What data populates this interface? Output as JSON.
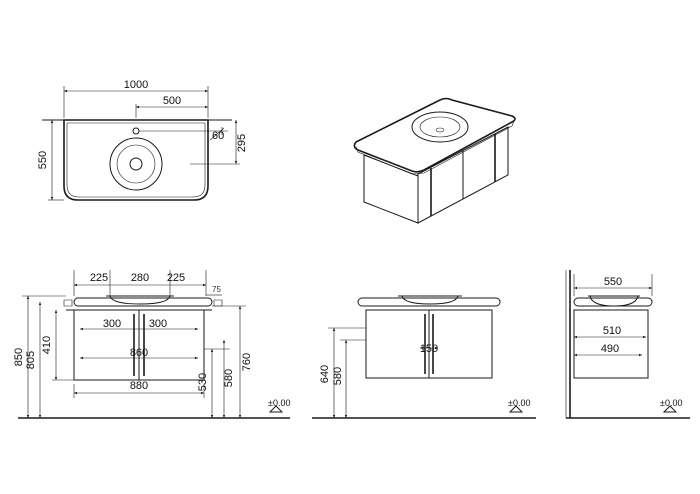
{
  "top_view": {
    "width_total": "1000",
    "width_half": "500",
    "depth": "550",
    "tap_offset": "295",
    "tap_diameter": "60"
  },
  "front_view": {
    "basin_left": "225",
    "basin_mid": "280",
    "basin_right": "225",
    "small_dim": "75",
    "drawer_left": "300",
    "drawer_right": "300",
    "inner_width": "860",
    "body_width": "880",
    "height_total": "850",
    "height_805": "805",
    "cabinet_height": "410",
    "height_530": "530",
    "height_580": "580",
    "height_760": "760",
    "floor_label": "±0.00"
  },
  "back_view": {
    "height_640": "640",
    "height_580": "580",
    "center_dim": "150",
    "floor_label": "±0.00"
  },
  "side_view": {
    "depth": "550",
    "inner_depth": "510",
    "drawer_depth": "490",
    "floor_label": "±0.00"
  }
}
